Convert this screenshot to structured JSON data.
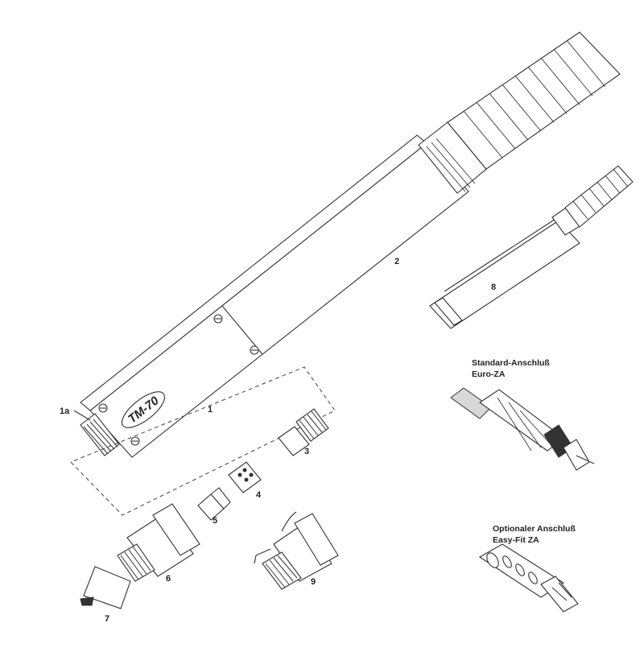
{
  "brand_label": "TM-70",
  "part_numbers": {
    "p1": "1",
    "p1a": "1a",
    "p2": "2",
    "p3": "3",
    "p4": "4",
    "p5": "5",
    "p6": "6",
    "p7": "7",
    "p8": "8",
    "p9": "9"
  },
  "captions": {
    "standard_line1": "Standard-Anschluß",
    "standard_line2": "Euro-ZA",
    "optional_line1": "Optionaler Anschluß",
    "optional_line2": "Easy-Fit ZA"
  },
  "colors": {
    "line": "#333333",
    "background": "#ffffff"
  }
}
